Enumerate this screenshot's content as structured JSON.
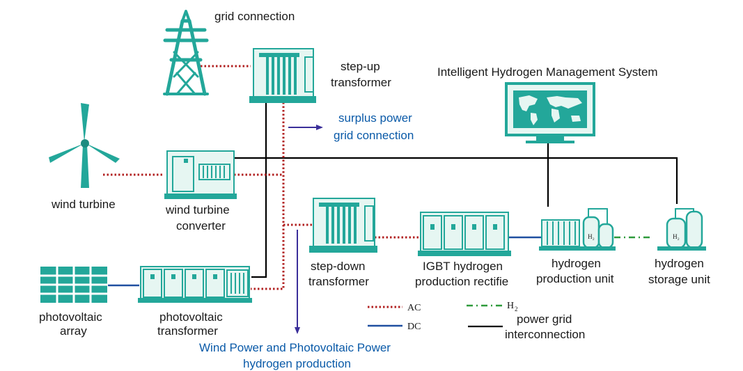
{
  "colors": {
    "teal": "#23a79a",
    "panel": "#e6f6f2",
    "ac": "#b22222",
    "dc": "#1f4fa0",
    "h2": "#2e9a3b",
    "interconnect": "#000000",
    "flow_arrow": "#3b2f9a",
    "blue_text": "#0a5aa8"
  },
  "labels": {
    "grid_connection": "grid connection",
    "step_up_1": "step-up",
    "step_up_2": "transformer",
    "surplus_1": "surplus power",
    "surplus_2": "grid connection",
    "ihms": "Intelligent Hydrogen Management System",
    "wind_turbine": "wind turbine",
    "wt_conv_1": "wind turbine",
    "wt_conv_2": "converter",
    "step_down_1": "step-down",
    "step_down_2": "transformer",
    "igbt_1": "IGBT hydrogen",
    "igbt_2": "production rectifie",
    "h2_prod_1": "hydrogen",
    "h2_prod_2": "production unit",
    "h2_store_1": "hydrogen",
    "h2_store_2": "storage unit",
    "pv_array_1": "photovoltaic",
    "pv_array_2": "array",
    "pv_trans_1": "photovoltaic",
    "pv_trans_2": "transformer",
    "wind_pv_1": "Wind Power and Photovoltaic Power",
    "wind_pv_2": "hydrogen production",
    "tank_mark": "H₂"
  },
  "legend": {
    "ac": "AC",
    "dc": "DC",
    "h2_main": "H",
    "h2_sub": "2",
    "grid_1": "power grid",
    "grid_2": "interconnection"
  }
}
